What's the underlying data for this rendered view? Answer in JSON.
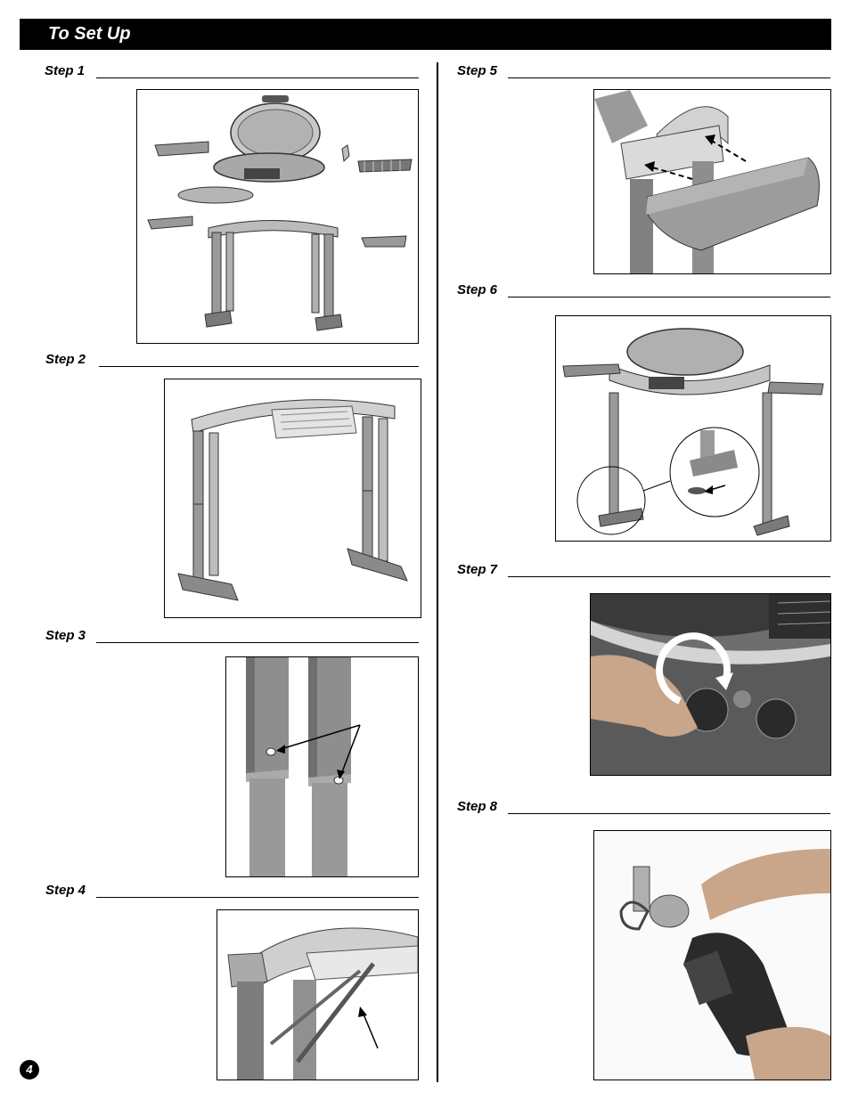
{
  "header": {
    "title": "To Set Up"
  },
  "steps": [
    {
      "label": "Step 1"
    },
    {
      "label": "Step 2"
    },
    {
      "label": "Step 3"
    },
    {
      "label": "Step 4"
    },
    {
      "label": "Step 5"
    },
    {
      "label": "Step 6"
    },
    {
      "label": "Step 7"
    },
    {
      "label": "Step 8"
    }
  ],
  "page_number": "4"
}
